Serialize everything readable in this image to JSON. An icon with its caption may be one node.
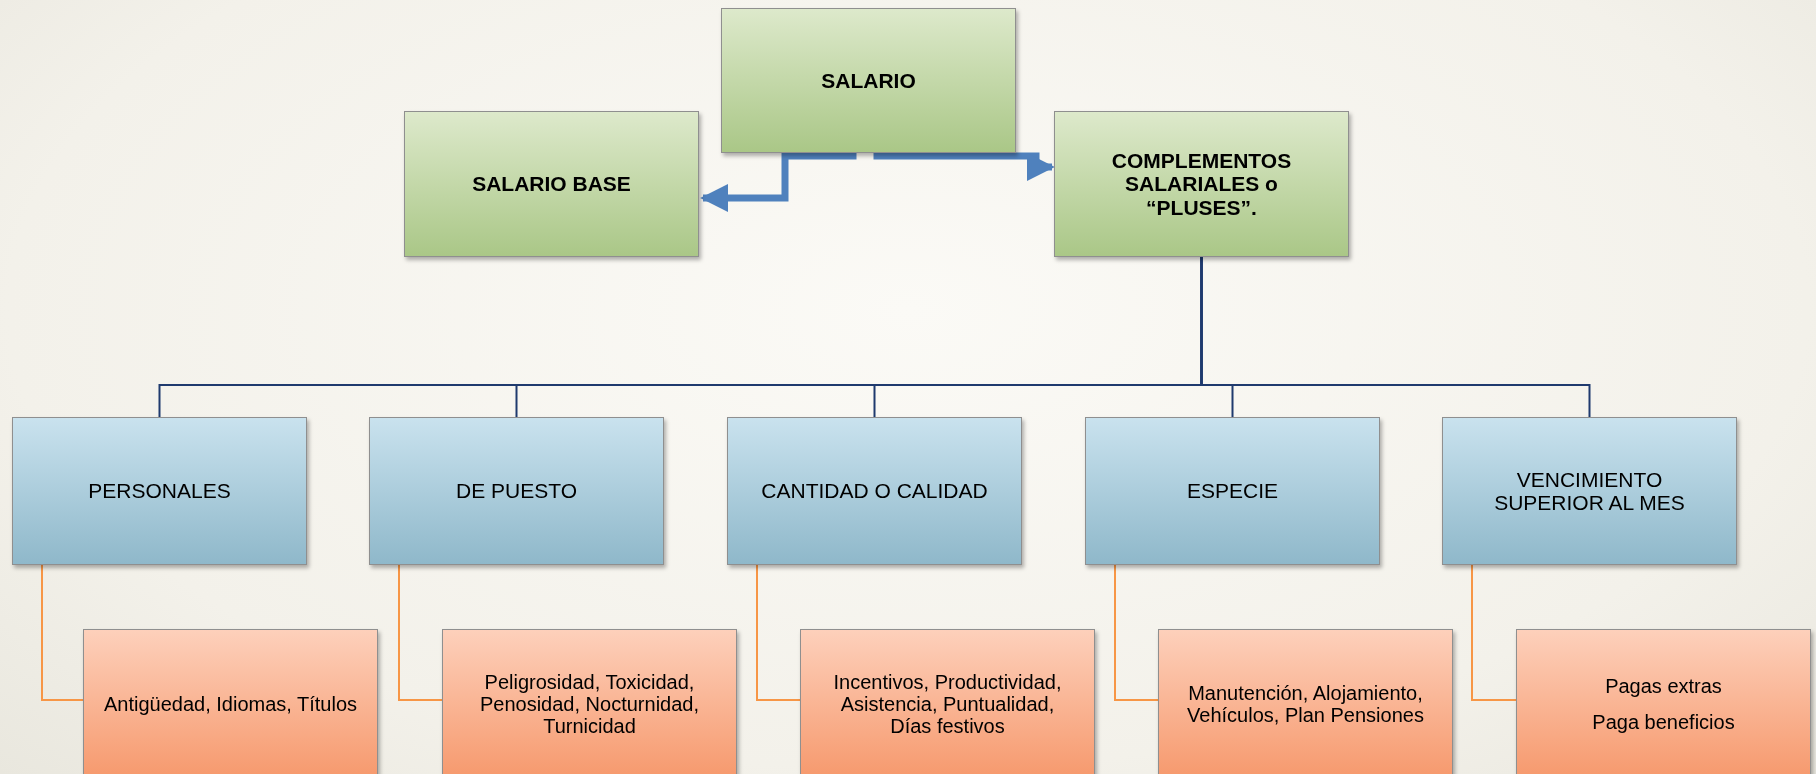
{
  "diagram": {
    "nodes": [
      {
        "text": [
          "SALARIO"
        ]
      },
      {
        "text": [
          "SALARIO BASE"
        ]
      },
      {
        "text": [
          "COMPLEMENTOS SALARIALES o “PLUSES”."
        ]
      },
      {
        "text": [
          "PERSONALES"
        ]
      },
      {
        "text": [
          "DE PUESTO"
        ]
      },
      {
        "text": [
          "CANTIDAD O CALIDAD"
        ]
      },
      {
        "text": [
          "ESPECIE"
        ]
      },
      {
        "text": [
          "VENCIMIENTO SUPERIOR AL MES"
        ]
      },
      {
        "text": [
          "Antigüedad, Idiomas, Títulos"
        ]
      },
      {
        "text": [
          "Peligrosidad, Toxicidad, Penosidad, Nocturnidad, Turnicidad"
        ]
      },
      {
        "text": [
          "Incentivos, Productividad, Asistencia, Puntualidad, Días festivos"
        ]
      },
      {
        "text": [
          "Manutención, Alojamiento, Vehículos, Plan Pensiones"
        ]
      },
      {
        "text": [
          "Pagas extras",
          "Paga beneficios"
        ]
      }
    ],
    "edges": [
      {
        "from": 0,
        "to": 1,
        "arrow": "to",
        "style": "thick",
        "color": "#4f81bd"
      },
      {
        "from": 0,
        "to": 2,
        "arrow": "to",
        "style": "thick",
        "color": "#4f81bd"
      },
      {
        "from": 2,
        "to": 3,
        "arrow": "none"
      },
      {
        "from": 2,
        "to": 4,
        "arrow": "none"
      },
      {
        "from": 2,
        "to": 5,
        "arrow": "none"
      },
      {
        "from": 2,
        "to": 6,
        "arrow": "none"
      },
      {
        "from": 2,
        "to": 7,
        "arrow": "none"
      },
      {
        "from": 3,
        "to": 8,
        "arrow": "none",
        "color": "#f79646"
      },
      {
        "from": 4,
        "to": 9,
        "arrow": "none",
        "color": "#f79646"
      },
      {
        "from": 5,
        "to": 10,
        "arrow": "none",
        "color": "#f79646"
      },
      {
        "from": 6,
        "to": 11,
        "arrow": "none",
        "color": "#f79646"
      },
      {
        "from": 7,
        "to": 12,
        "arrow": "none",
        "color": "#f79646"
      }
    ]
  }
}
